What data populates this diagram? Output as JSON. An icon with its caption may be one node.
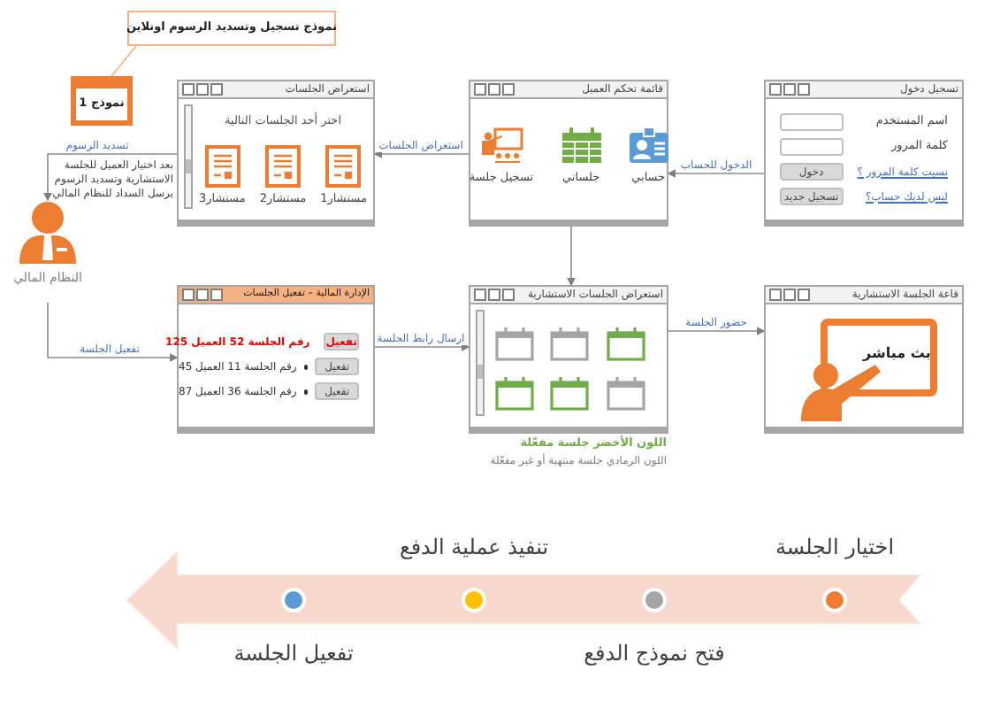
{
  "diagram": {
    "nodes": [
      {
        "text": [
          "نموذج تسجيل وتسديد الرسوم اونلاين"
        ]
      },
      {
        "text": [
          "نموذج 1"
        ]
      },
      {
        "text": [
          "استعراض الجلسات",
          "اختر أحد الجلسات التالية",
          "مستشار1",
          "مستشار2",
          "مستشار3"
        ]
      },
      {
        "text": [
          "قائمة تحكم العميل",
          "حسابي",
          "جلساتي",
          "تسجيل جلسة"
        ]
      },
      {
        "text": [
          "تسجيل دخول",
          "اسم المستخدم",
          "كلمة المرور",
          "نسيت كلمة المرور ؟",
          "دخول",
          "ليس لديك حساب؟",
          "تسجيل جديد"
        ]
      },
      {
        "text": [
          "النظام المالي"
        ]
      },
      {
        "text": [
          "الإدارة المالية – تفعيل الجلسات",
          "تفعيل",
          "رقم الجلسة 52 العميل 125",
          "تفعيل",
          "رقم الجلسة 11 العميل 45",
          "تفعيل",
          "رقم الجلسة 36 العميل 87"
        ]
      },
      {
        "text": [
          "استعراض الجلسات الاستشارية"
        ],
        "beside": [
          "اللون الأخضر جلسة مفعّلة",
          "اللون الرمادي جلسة منتهية أو غير مفعّلة"
        ]
      },
      {
        "text": [
          "قاعة الجلسة الاستشارية",
          "بث مباشر"
        ]
      },
      {
        "text": [],
        "shape": "circle",
        "beside": [
          "اختيار الجلسة"
        ]
      },
      {
        "text": [],
        "shape": "circle",
        "beside": [
          "فتح نموذج الدفع"
        ]
      },
      {
        "text": [],
        "shape": "circle",
        "beside": [
          "تنفيذ عملية الدفع"
        ]
      },
      {
        "text": [],
        "shape": "circle",
        "beside": [
          "تفعيل الجلسة"
        ]
      }
    ],
    "edges": [
      {
        "from": 0,
        "to": 1,
        "arrow": "none",
        "color": "#f4b183"
      },
      {
        "from": 4,
        "to": 3,
        "arrow": "to",
        "label": "الدخول للحساب"
      },
      {
        "from": 3,
        "to": 2,
        "arrow": "to",
        "label": "استعراض الجلسات"
      },
      {
        "from": 2,
        "to": 5,
        "arrow": "to",
        "label": "تسديد الرسوم"
      },
      {
        "from": 5,
        "to": 6,
        "arrow": "to",
        "label": "تفعيل الجلسة"
      },
      {
        "from": 6,
        "to": 7,
        "arrow": "to",
        "label": "ارسال رابط الجلسة"
      },
      {
        "from": 3,
        "to": 7,
        "arrow": "to"
      },
      {
        "from": 7,
        "to": 8,
        "arrow": "to",
        "label": "حضور الجلسة"
      }
    ],
    "labels": [
      "بعد اختيار العميل للجلسة الاستشارية وتسديد الرسوم يرسل السداد للنظام المالي"
    ]
  }
}
